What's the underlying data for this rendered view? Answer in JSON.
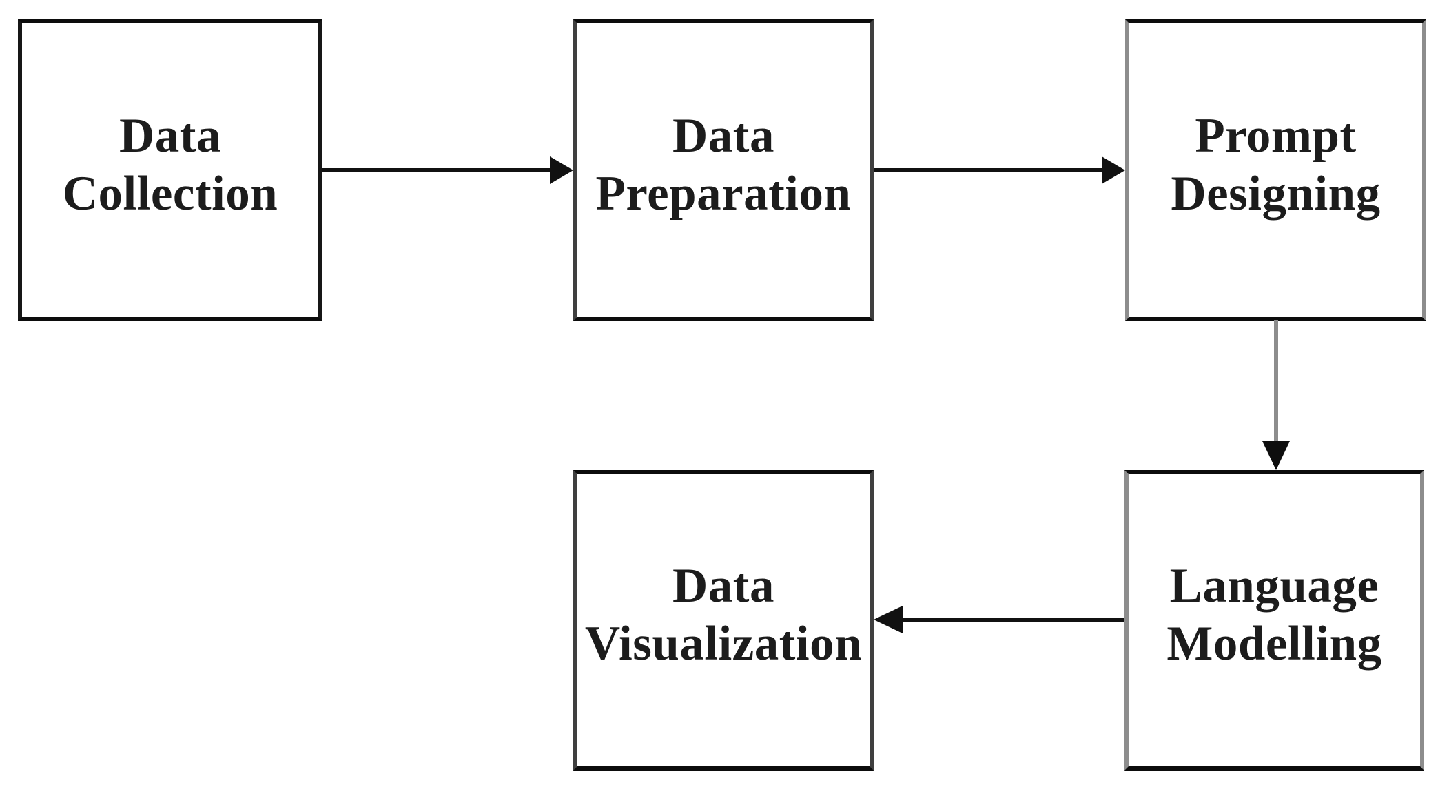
{
  "diagram": {
    "type": "flowchart",
    "canvas_color": "#ffffff",
    "text_color": "#1c1c1c",
    "border_top_bottom_color": "#0c0c0c",
    "nodes": [
      {
        "id": "data-collection",
        "label": "Data\nCollection",
        "shape": "rectangle",
        "side_color": "#161616"
      },
      {
        "id": "data-preparation",
        "label": "Data\nPreparation",
        "shape": "rectangle",
        "side_color": "#3f3f3f"
      },
      {
        "id": "prompt-designing",
        "label": "Prompt\nDesigning",
        "shape": "rectangle",
        "side_color": "#8d8d8d"
      },
      {
        "id": "language-modelling",
        "label": "Language\nModelling",
        "shape": "rectangle",
        "side_color": "#8d8d8d"
      },
      {
        "id": "data-visualization",
        "label": "Data\nVisualization",
        "shape": "rectangle",
        "side_color": "#3f3f3f"
      }
    ],
    "edges": [
      {
        "from": "data-collection",
        "to": "data-preparation",
        "direction": "right",
        "color": "#111111",
        "head_color": "#111111"
      },
      {
        "from": "data-preparation",
        "to": "prompt-designing",
        "direction": "right",
        "color": "#111111",
        "head_color": "#111111"
      },
      {
        "from": "prompt-designing",
        "to": "language-modelling",
        "direction": "down",
        "color": "#8d8d8d",
        "head_color": "#0e0e0e"
      },
      {
        "from": "language-modelling",
        "to": "data-visualization",
        "direction": "left",
        "color": "#111111",
        "head_color": "#111111"
      }
    ]
  }
}
